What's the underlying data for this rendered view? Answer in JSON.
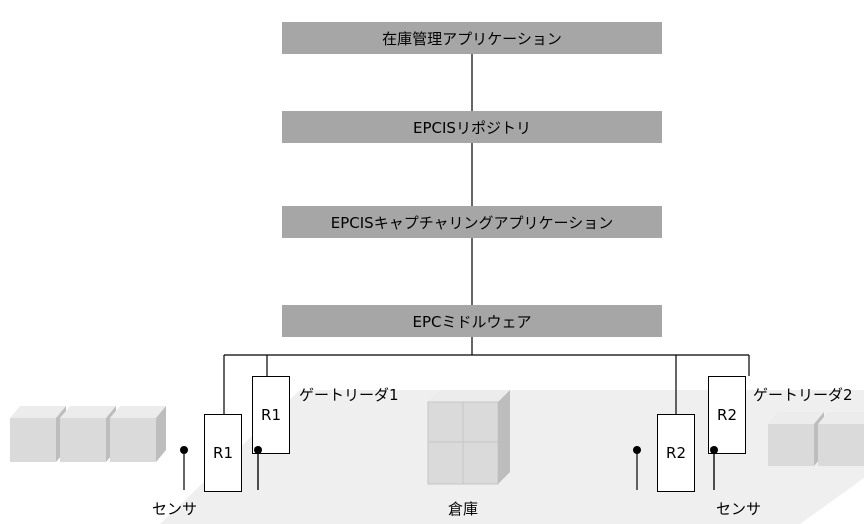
{
  "layers": [
    {
      "label": "在庫管理アプリケーション"
    },
    {
      "label": "EPCISリポジトリ"
    },
    {
      "label": "EPCISキャプチャリングアプリケーション"
    },
    {
      "label": "EPCミドルウェア"
    }
  ],
  "readers": {
    "left_back": "R1",
    "left_front": "R1",
    "right_front": "R2",
    "right_back": "R2"
  },
  "labels": {
    "gate_reader_1": "ゲートリーダ1",
    "gate_reader_2": "ゲートリーダ2",
    "sensor_left": "センサ",
    "sensor_right": "センサ",
    "warehouse": "倉庫"
  },
  "colors": {
    "layer_fill": "#a6a6a6",
    "floor": "#efefef",
    "box_front": "#dadada",
    "box_top": "#ececec",
    "box_side": "#bdbdbd"
  }
}
